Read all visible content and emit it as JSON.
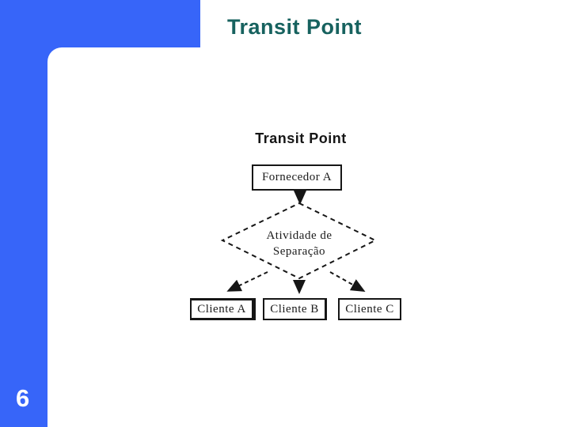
{
  "slide": {
    "title": "Transit Point",
    "page_number": "6",
    "colors": {
      "accent_blue": "#3765f9",
      "title_teal": "#17625f",
      "diagram_ink": "#161616",
      "background": "#ffffff"
    }
  },
  "diagram": {
    "title": "Transit Point",
    "supplier_label": "Fornecedor A",
    "decision": {
      "line1": "Atividade de",
      "line2": "Separação"
    },
    "clients": [
      "Cliente A",
      "Cliente B",
      "Cliente C"
    ]
  }
}
